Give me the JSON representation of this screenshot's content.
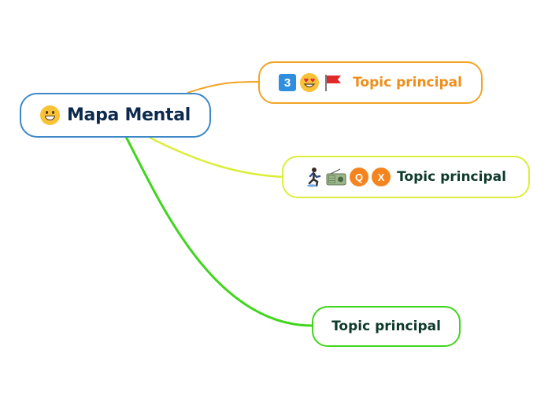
{
  "colors": {
    "root_border": "#3d88c7",
    "root_text": "#0b2a4d",
    "topic1_border": "#f2a324",
    "topic1_text": "#ef8e1b",
    "topic2_border": "#dbee3a",
    "topic3_border": "#3fd61c",
    "topic_text_dark": "#0e3a2b",
    "icon_blue": "#2f8ee0",
    "icon_orange": "#f4841f"
  },
  "root": {
    "label": "Mapa Mental",
    "icon": "grinning-face-icon"
  },
  "topics": [
    {
      "label": "Topic principal",
      "icons": [
        "keycap-three-icon",
        "heart-eyes-face-icon",
        "red-flag-icon"
      ]
    },
    {
      "label": "Topic principal",
      "icons": [
        "person-running-icon",
        "radio-icon",
        "circle-letter-icon",
        "circle-letter-icon"
      ],
      "circle_letters": [
        "Q",
        "X"
      ]
    },
    {
      "label": "Topic principal",
      "icons": []
    }
  ],
  "keycap_digit": "3"
}
